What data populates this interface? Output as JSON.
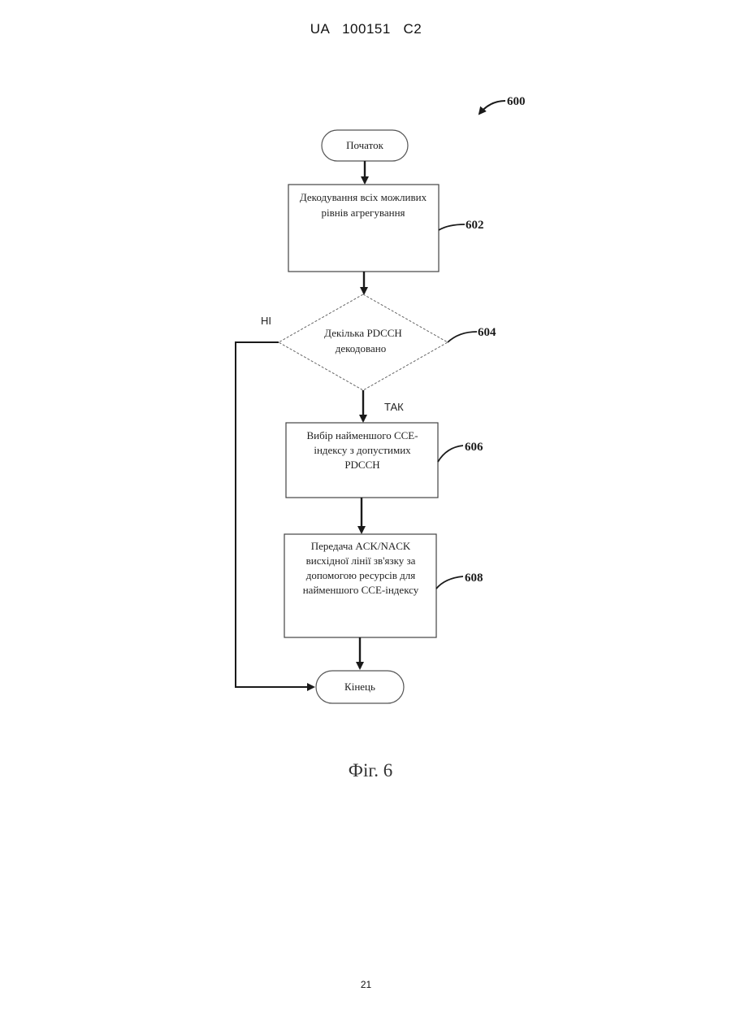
{
  "header": {
    "doc_id": "UA   100151   C2"
  },
  "figure": {
    "ref_main": "600",
    "caption": "Фіг. 6",
    "nodes": {
      "start": "Початок",
      "decode": [
        "Декодування всіх можливих",
        "рівнів агрегування"
      ],
      "decision": [
        "Декілька PDCCH",
        "декодовано"
      ],
      "select": [
        "Вибір найменшого ССЕ-",
        "індексу з допустимих",
        "PDCCH"
      ],
      "transmit": [
        "Передача ACK/NACK",
        "висхідної лінії зв'язку за",
        "допомогою ресурсів для",
        "найменшого ССЕ-індексу"
      ],
      "end": "Кінець"
    },
    "refs": {
      "decode": "602",
      "decision": "604",
      "select": "606",
      "transmit": "608"
    },
    "branches": {
      "no": "НІ",
      "yes": "ТАК"
    }
  },
  "footer": {
    "page_number": "21"
  }
}
